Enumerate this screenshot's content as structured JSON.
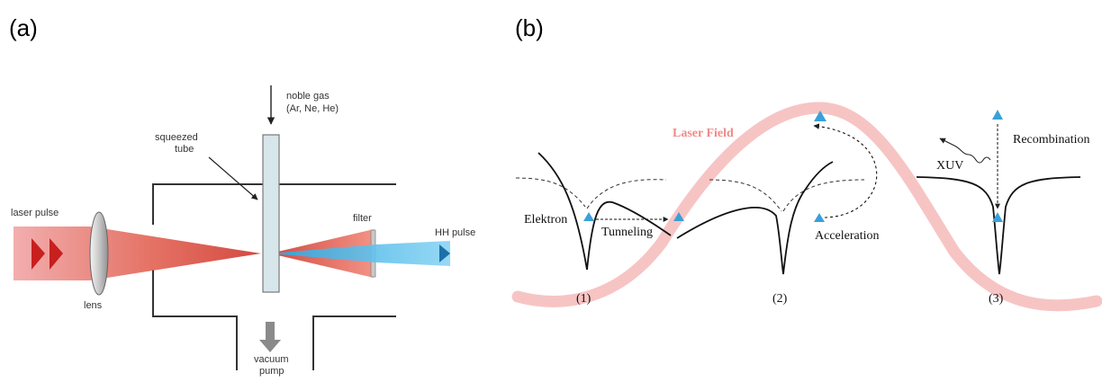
{
  "panel_a": {
    "label": "(a)",
    "labels": {
      "noble_gas_1": "noble gas",
      "noble_gas_2": "(Ar, Ne, He)",
      "squeezed_1": "squeezed",
      "squeezed_2": "tube",
      "laser_pulse": "laser pulse",
      "lens": "lens",
      "filter": "filter",
      "hh_pulse": "HH pulse",
      "vacuum_1": "vacuum",
      "vacuum_2": "pump"
    }
  },
  "panel_b": {
    "label": "(b)",
    "labels": {
      "laser_field": "Laser Field",
      "elektron": "Elektron",
      "tunneling": "Tunneling",
      "acceleration": "Acceleration",
      "recombination": "Recombination",
      "xuv": "XUV",
      "step_1": "(1)",
      "step_2": "(2)",
      "step_3": "(3)"
    }
  },
  "colors": {
    "laser_red": "#d9302a",
    "hh_blue": "#2aa7e0",
    "field_pink": "#f7c4c4",
    "electron_blue": "#3aa0d8"
  }
}
